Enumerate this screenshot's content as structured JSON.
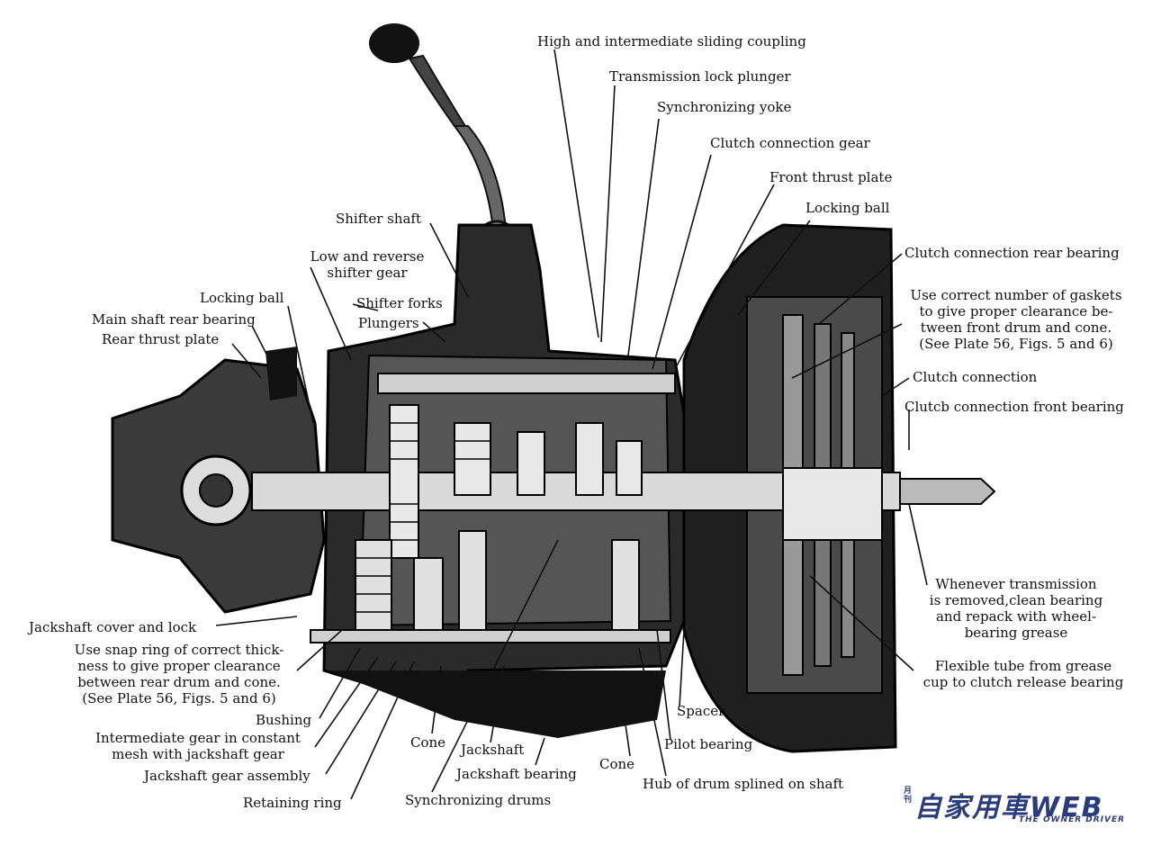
{
  "labels": {
    "high_intermediate_coupling": "High and intermediate sliding coupling",
    "transmission_lock_plunger": "Transmission lock plunger",
    "synchronizing_yoke": "Synchronizing yoke",
    "clutch_connection_gear": "Clutch connection gear",
    "front_thrust_plate": "Front thrust plate",
    "locking_ball_right": "Locking ball",
    "shifter_shaft": "Shifter shaft",
    "clutch_connection_rear_bearing": "Clutch connection rear bearing",
    "gaskets_note": [
      "Use correct number of gaskets",
      "to give proper clearance be-",
      "tween front drum and cone.",
      "(See Plate 56, Figs. 5 and 6)"
    ],
    "low_reverse_gear": [
      "Low and reverse",
      "shifter gear"
    ],
    "locking_ball_left": "Locking ball",
    "shifter_forks": "Shifter forks",
    "plungers": "Plungers",
    "main_shaft_rear_bearing": "Main shaft rear bearing",
    "rear_thrust_plate": "Rear thrust plate",
    "clutch_connection": "Clutch connection",
    "clutch_connection_front_bearing": "Clutcb connection front bearing",
    "whenever_note": [
      "Whenever transmission",
      "is removed,clean bearing",
      "and repack with wheel-",
      "bearing grease"
    ],
    "jackshaft_cover": "Jackshaft cover and lock",
    "snap_ring_note": [
      "Use snap ring of correct thick-",
      "ness to give proper clearance",
      "between rear drum and cone.",
      "(See Plate 56, Figs. 5 and 6)"
    ],
    "flexible_tube": [
      "Flexible tube from grease",
      "cup to clutch release bearing"
    ],
    "bushing": "Bushing",
    "spacer": "Spacer",
    "intermediate_gear": [
      "Intermediate gear in constant",
      "mesh with jackshaft gear"
    ],
    "cone_left": "Cone",
    "jackshaft": "Jackshaft",
    "pilot_bearing": "Pilot bearing",
    "jackshaft_gear_assembly": "Jackshaft gear assembly",
    "jackshaft_bearing": "Jackshaft bearing",
    "cone_right": "Cone",
    "hub_of_drum": "Hub of drum splined on shaft",
    "retaining_ring": "Retaining ring",
    "synchronizing_drums": "Synchronizing drums"
  },
  "logo": {
    "vertical_text": "月刊",
    "main_text": "自家用車WEB",
    "subtitle": "THE OWNER DRIVER",
    "color": "#2a3d7a"
  }
}
